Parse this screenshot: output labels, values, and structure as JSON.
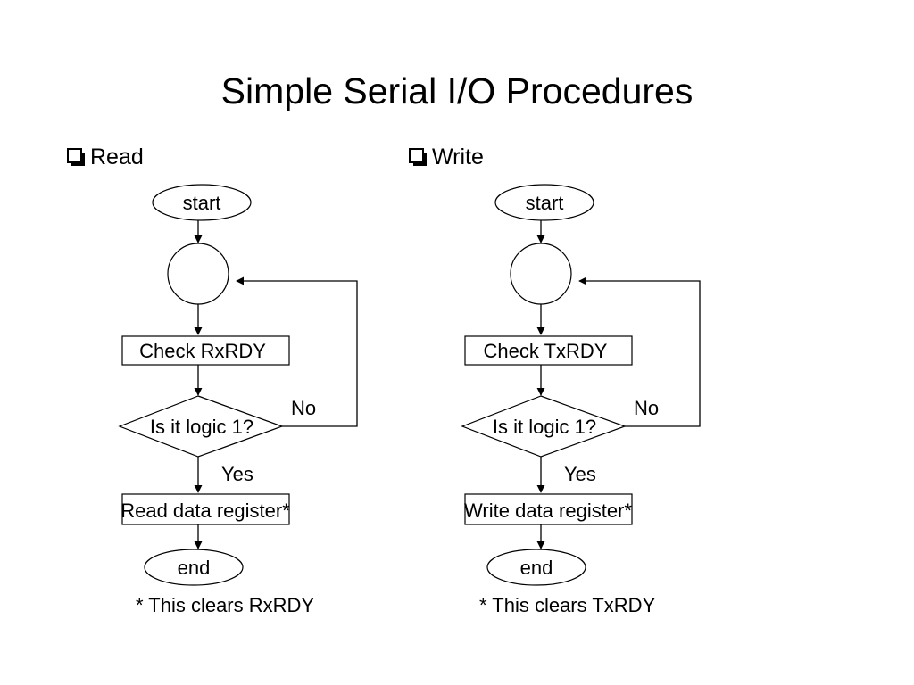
{
  "title": "Simple Serial I/O Procedures",
  "read": {
    "heading": "Read",
    "start": "start",
    "check": "Check RxRDY",
    "decision": "Is it logic 1?",
    "no": "No",
    "yes": "Yes",
    "action": "Read data register*",
    "end": "end",
    "note": "* This clears RxRDY"
  },
  "write": {
    "heading": "Write",
    "start": "start",
    "check": "Check TxRDY",
    "decision": "Is it logic 1?",
    "no": "No",
    "yes": "Yes",
    "action": "Write data register*",
    "end": "end",
    "note": "* This clears TxRDY"
  }
}
